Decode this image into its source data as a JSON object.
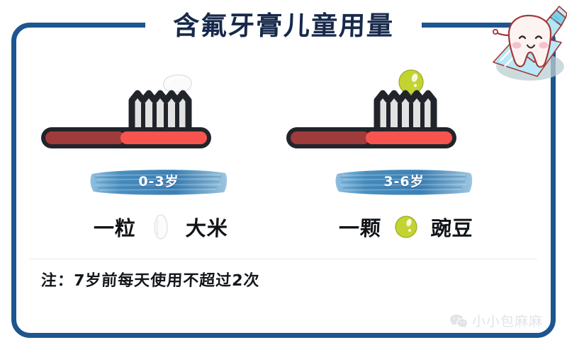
{
  "poster": {
    "title": "含氟牙膏儿童用量",
    "background_color": "#ffffff",
    "frame_color": "#1c5590"
  },
  "mascot": {
    "name": "tooth-with-toothpaste-tube",
    "tooth_color": "#fdf3f1",
    "tube_color": "#aee6f5",
    "outline_color": "#a23a3a"
  },
  "panels": [
    {
      "id": "left",
      "badge_label": "0-3岁",
      "badge_color": "#3c7fb5",
      "dab": {
        "name": "rice-grain-paste-dab",
        "color": "#fbfbfb"
      },
      "caption": {
        "prefix": "一粒",
        "icon_name": "rice-grain-icon",
        "suffix": "大米"
      },
      "brush": {
        "handle_dark_color": "#a03b3b",
        "handle_bright_color": "#f8544f",
        "outline_color": "#21252b",
        "bristle_color": "#e2e2e2"
      }
    },
    {
      "id": "right",
      "badge_label": "3-6岁",
      "badge_color": "#3c7fb5",
      "dab": {
        "name": "pea-paste-dab",
        "color": "#c3d430"
      },
      "caption": {
        "prefix": "一颗",
        "icon_name": "pea-icon",
        "suffix": "豌豆"
      },
      "brush": {
        "handle_dark_color": "#a03b3b",
        "handle_bright_color": "#f8544f",
        "outline_color": "#21252b",
        "bristle_color": "#e2e2e2"
      }
    }
  ],
  "note": {
    "text": "注：7岁前每天使用不超过2次"
  },
  "watermark": {
    "icon_name": "wechat-icon",
    "text": "小小包麻麻",
    "color": "#c9cdd2"
  }
}
